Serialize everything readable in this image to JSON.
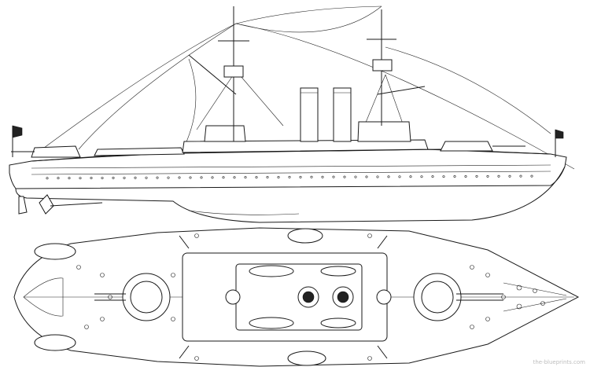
{
  "watermark": "the-blueprints.com",
  "views": {
    "side": "side-elevation",
    "top": "plan-view"
  }
}
